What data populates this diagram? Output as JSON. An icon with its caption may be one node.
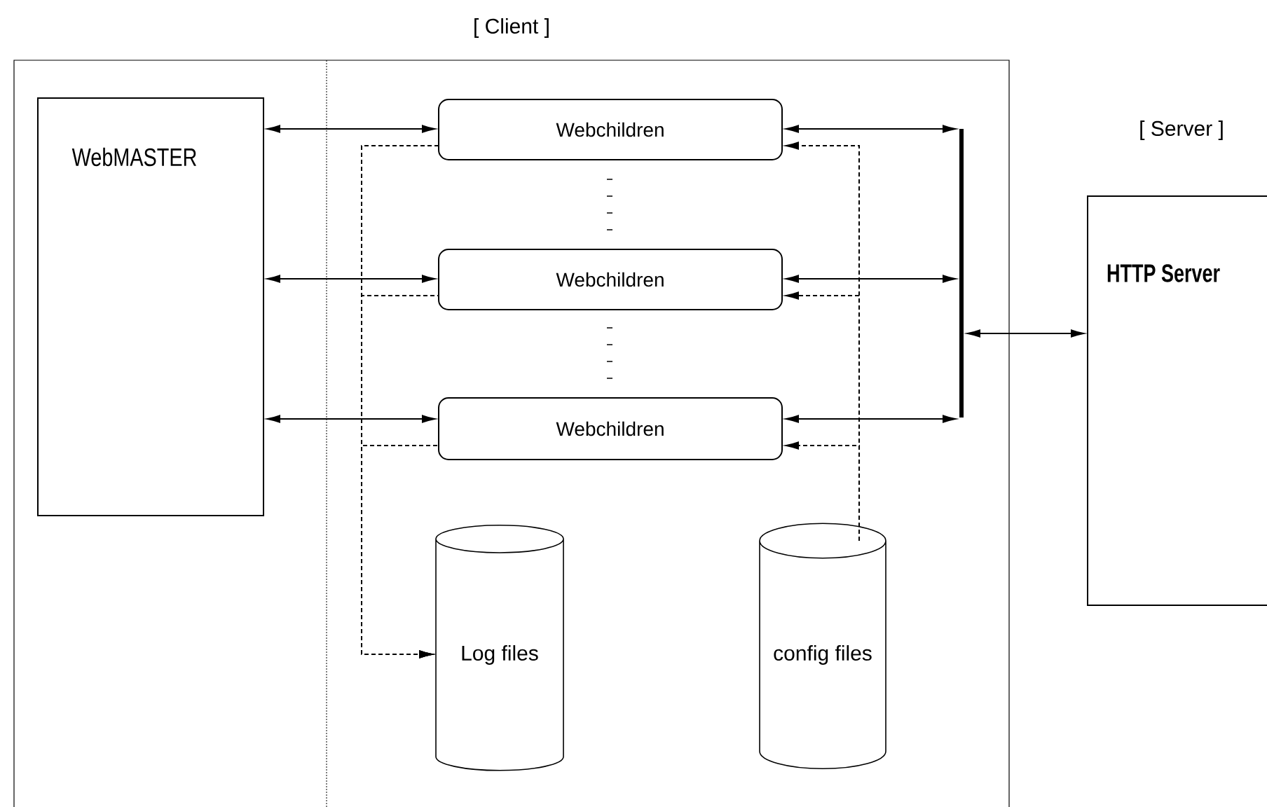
{
  "diagram": {
    "nodes": [
      {
        "text": [
          "[ Client ]"
        ]
      },
      {
        "text": [
          "WebMASTER"
        ],
        "in": 0
      },
      {
        "text": [
          "Webchildren"
        ],
        "in": 0
      },
      {
        "text": [
          "Webchildren"
        ],
        "in": 0
      },
      {
        "text": [
          "Webchildren"
        ],
        "in": 0
      },
      {
        "text": [
          "Log files"
        ],
        "in": 0
      },
      {
        "text": [
          "config files"
        ],
        "in": 0
      },
      {
        "text": [],
        "shape": "bar",
        "in": 0
      },
      {
        "text": [
          "[ Server ]",
          "HTTP Server"
        ]
      }
    ],
    "edges": [
      {
        "from": 1,
        "to": 2,
        "arrow": "both"
      },
      {
        "from": 1,
        "to": 3,
        "arrow": "both"
      },
      {
        "from": 1,
        "to": 4,
        "arrow": "both"
      },
      {
        "from": 2,
        "to": 7,
        "arrow": "both"
      },
      {
        "from": 3,
        "to": 7,
        "arrow": "both"
      },
      {
        "from": 4,
        "to": 7,
        "arrow": "both"
      },
      {
        "from": 7,
        "to": 8,
        "arrow": "both"
      },
      {
        "from": 2,
        "to": 5,
        "arrow": "to",
        "style": "dashed"
      },
      {
        "from": 3,
        "to": 5,
        "arrow": "to",
        "style": "dashed"
      },
      {
        "from": 4,
        "to": 5,
        "arrow": "to",
        "style": "dashed"
      },
      {
        "from": 6,
        "to": 2,
        "arrow": "to",
        "style": "dashed"
      },
      {
        "from": 6,
        "to": 3,
        "arrow": "to",
        "style": "dashed"
      },
      {
        "from": 6,
        "to": 4,
        "arrow": "to",
        "style": "dashed"
      }
    ]
  }
}
